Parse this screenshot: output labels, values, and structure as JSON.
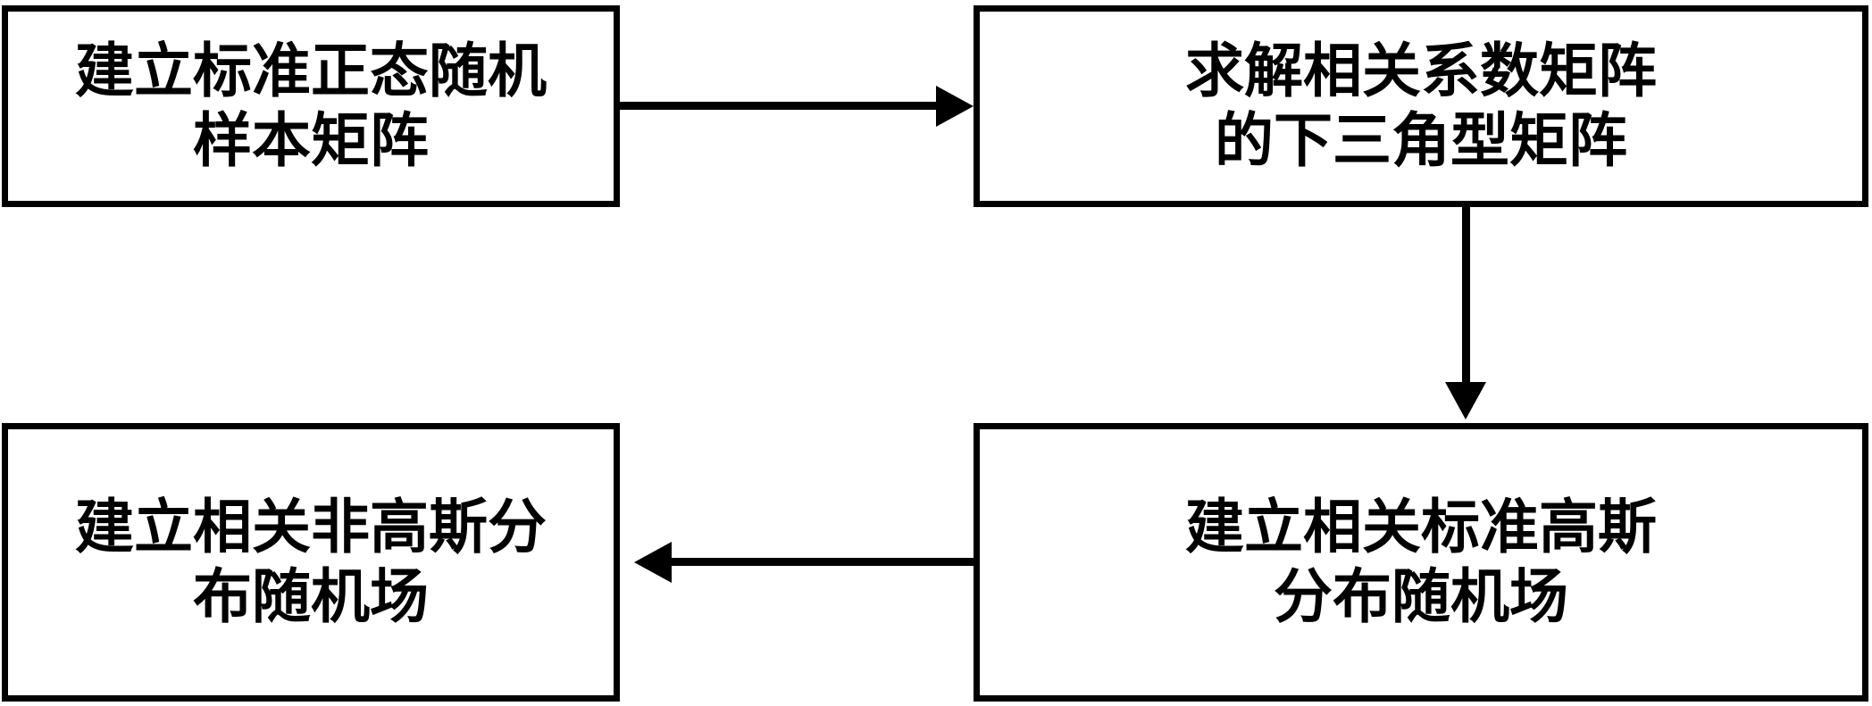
{
  "diagram": {
    "title": "",
    "type": "flowchart",
    "background_color": "#ffffff",
    "stroke_color": "#000000",
    "nodes": [
      {
        "id": "node-tl",
        "label": "建立标准正态随机\n样本矩阵",
        "position": "top-left"
      },
      {
        "id": "node-tr",
        "label": "求解相关系数矩阵\n的下三角型矩阵",
        "position": "top-right"
      },
      {
        "id": "node-bl",
        "label": "建立相关非高斯分\n布随机场",
        "position": "bottom-left"
      },
      {
        "id": "node-br",
        "label": "建立相关标准高斯\n分布随机场",
        "position": "bottom-right"
      }
    ],
    "edges": [
      {
        "id": "arrow-tl-tr",
        "from": "node-tl",
        "to": "node-tr",
        "direction": "right",
        "label": ""
      },
      {
        "id": "arrow-tr-br",
        "from": "node-tr",
        "to": "node-br",
        "direction": "down",
        "label": ""
      },
      {
        "id": "arrow-br-bl",
        "from": "node-br",
        "to": "node-bl",
        "direction": "left",
        "label": ""
      }
    ]
  }
}
